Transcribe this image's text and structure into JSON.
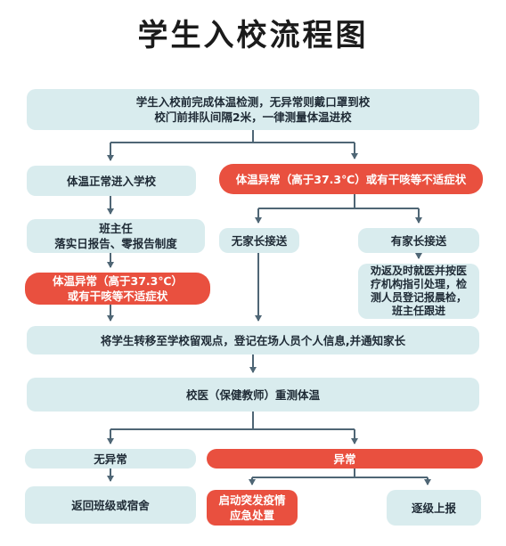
{
  "title": "学生入校流程图",
  "nodes": {
    "start": "学生入校前完成体温检测，无异常则戴口罩到校\n校门前排队间隔2米，一律测量体温进校",
    "normal": "体温正常进入学校",
    "abnormal_top": "体温异常（高于37.3℃）或有干咳等不适症状",
    "class_teacher": "班主任\n落实日报告、零报告制度",
    "no_parent": "无家长接送",
    "with_parent": "有家长接送",
    "abnormal_left": "体温异常（高于37.3℃）\n或有干咳等不适症状",
    "return_home": "劝返及时就医并按医\n疗机构指引处理，检\n测人员登记报晨检，\n班主任跟进",
    "transfer": "将学生转移至学校留观点，登记在场人员个人信息,并通知家长",
    "retest": "校医（保健教师）重测体温",
    "no_abnormal": "无异常",
    "abnormal_bottom": "异常",
    "back_to_class": "返回班级或宿舍",
    "emergency": "启动突发疫情\n应急处置",
    "report": "逐级上报"
  },
  "colors": {
    "box_fill": "#d9ecee",
    "alert_fill": "#e9503f",
    "line": "#4f6675"
  }
}
